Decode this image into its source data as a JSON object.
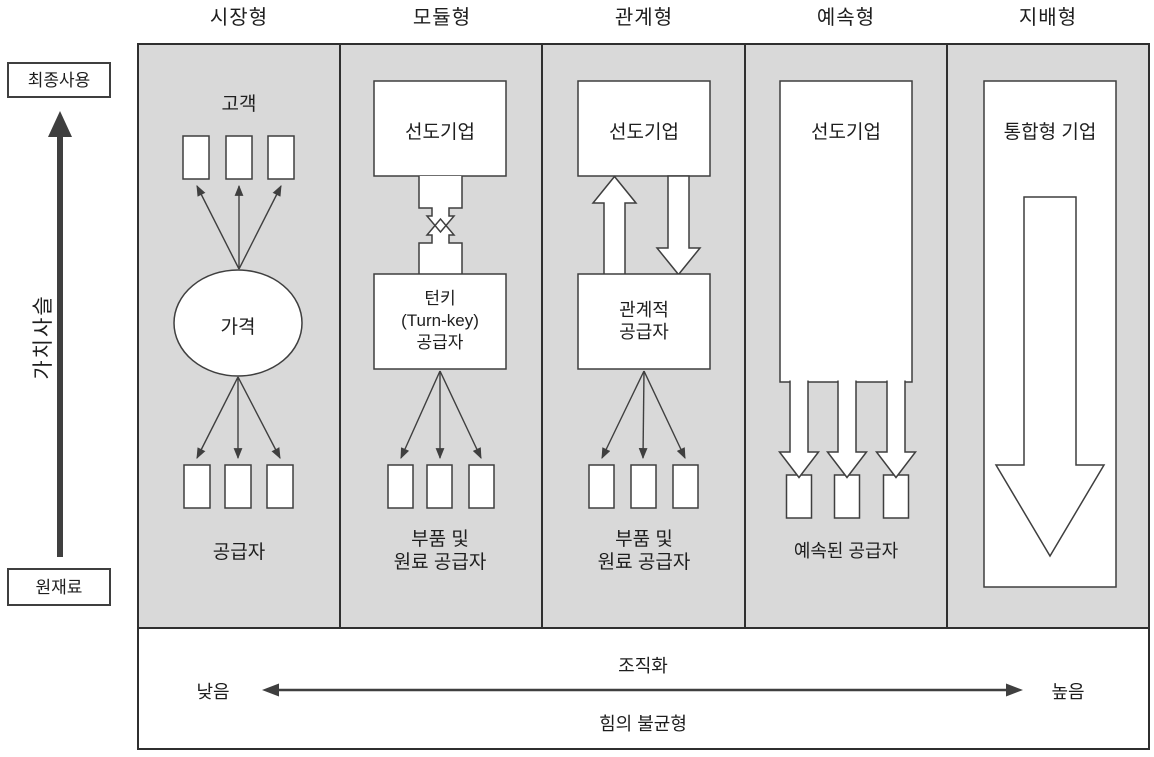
{
  "value_chain_axis": {
    "top_label": "최종사용",
    "bottom_label": "원재료",
    "axis_label": "가치사슬"
  },
  "columns": [
    {
      "title": "시장형",
      "top_label": "고객",
      "hub_label": "가격",
      "bottom_label": "공급자"
    },
    {
      "title": "모듈형",
      "lead_label": "선도기업",
      "supplier_label": "턴키\n(Turn-key)\n공급자",
      "bottom_label": "부품 및\n원료 공급자"
    },
    {
      "title": "관계형",
      "lead_label": "선도기업",
      "supplier_label": "관계적\n공급자",
      "bottom_label": "부품 및\n원료 공급자"
    },
    {
      "title": "예속형",
      "lead_label": "선도기업",
      "bottom_label": "예속된 공급자"
    },
    {
      "title": "지배형",
      "lead_label": "통합형 기업"
    }
  ],
  "bottom_scale": {
    "top_label": "조직화",
    "bottom_label": "힘의 불균형",
    "left_label": "낮음",
    "right_label": "높음"
  },
  "colors": {
    "column_bg": "#d9d9d9",
    "shape_fill": "#ffffff",
    "shape_stroke": "#3f3f3f",
    "frame": "#2f2f2f",
    "text": "#1e1e1e"
  }
}
